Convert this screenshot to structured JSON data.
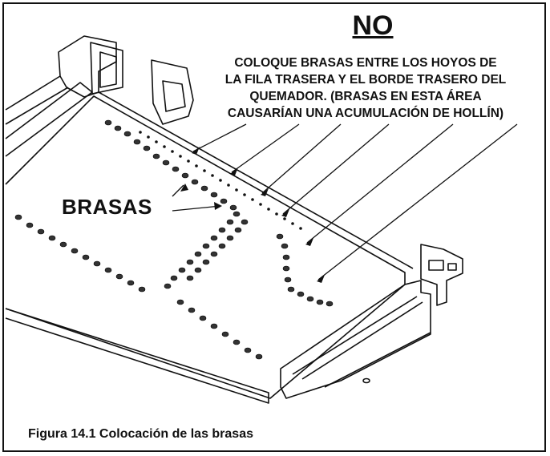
{
  "warning": {
    "title": "NO",
    "lines": [
      "COLOQUE BRASAS ENTRE LOS HOYOS DE",
      "LA FILA TRASERA Y EL BORDE TRASERO DEL",
      "QUEMADOR. (BRASAS EN ESTA ÁREA",
      "CAUSARÍAN UNA ACUMULACIÓN DE HOLLÍN)"
    ]
  },
  "callout_label": "BRASAS",
  "caption": "Figura 14.1  Colocación de las brasas"
}
